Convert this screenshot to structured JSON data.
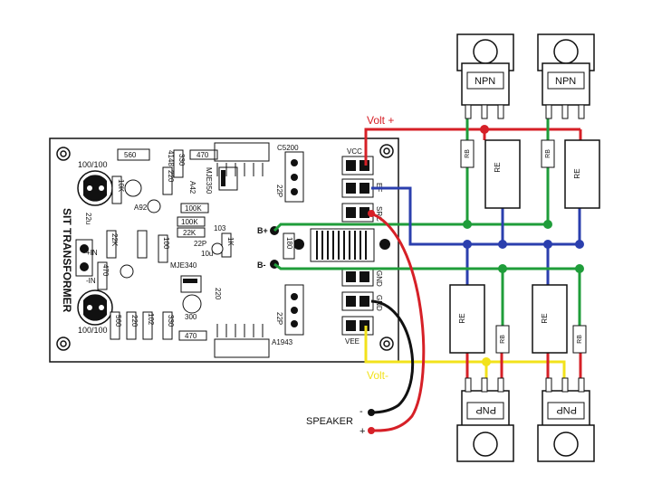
{
  "transistors": {
    "npn": [
      "NPN",
      "NPN"
    ],
    "pnp": [
      "PNP",
      "PNP"
    ]
  },
  "resistors": {
    "re": [
      "RE",
      "RE",
      "RE",
      "RE"
    ],
    "rb": [
      "RB",
      "RB",
      "RB",
      "RB"
    ]
  },
  "rails": {
    "volt_plus": "Volt +",
    "volt_minus": "Volt-"
  },
  "speaker": {
    "label": "SPEAKER",
    "minus": "-",
    "plus": "+"
  },
  "board": {
    "title": "SIT TRANSFORMER",
    "connectors": {
      "vcc": "VCC",
      "ef": "EF",
      "src": "SRC",
      "gnd1": "GND",
      "gnd2": "GND",
      "vee": "VEE",
      "b_plus": "B+",
      "b_minus": "B-"
    },
    "parts": {
      "c1": "100/100",
      "c2": "100/100",
      "r560a": "560",
      "d4148": "4148",
      "r330a": "330",
      "r470a": "470",
      "r10k": "10K",
      "mje350": "MJE350",
      "r220a": "220",
      "a42": "A42",
      "r100k1": "100K",
      "r100k2": "100K",
      "a92": "A92",
      "r22k1": "22K",
      "r22k2": "22K",
      "c22u": "22u",
      "in_plus": "+IN",
      "in_minus": "-IN",
      "r470b": "470",
      "r100": "100",
      "c22p": "22P",
      "c103": "103",
      "r1k": "1K",
      "mje340": "MJE340",
      "c10u": "10u",
      "c102": "102",
      "r560b": "560",
      "r220b": "220",
      "r330b": "330",
      "r470c": "470",
      "c300": "300",
      "c220": "220",
      "r180": "180",
      "c5200": "C5200",
      "c22p_a": "22P",
      "c22p_b": "22P",
      "a1943": "A1943"
    }
  },
  "colors": {
    "red": "#d62027",
    "green": "#1f9d3a",
    "blue": "#2b3fae",
    "yellow": "#f2e21b",
    "black": "#111111"
  }
}
